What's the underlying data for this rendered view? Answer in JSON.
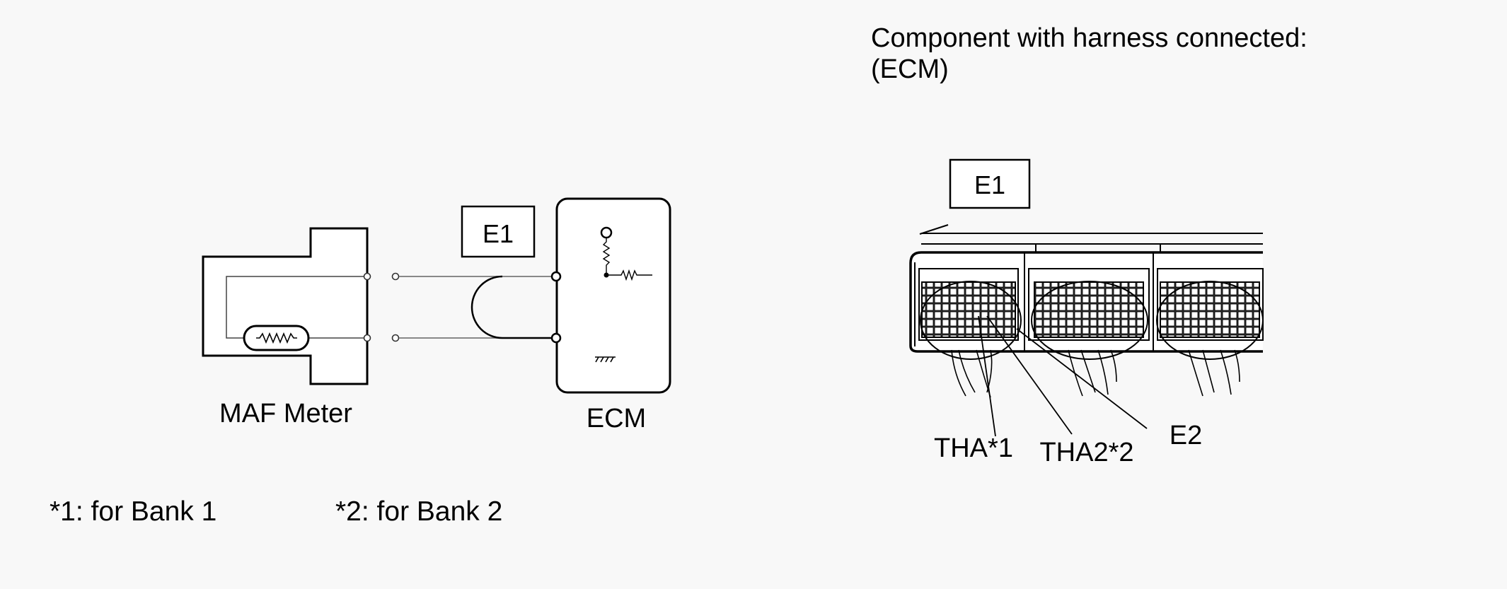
{
  "heading": {
    "line1": "Component with harness connected:",
    "line2": "(ECM)"
  },
  "circuit": {
    "sensor_label": "MAF Meter",
    "ecm_label": "ECM",
    "connector_tag": "E1"
  },
  "connector_view": {
    "connector_tag": "E1",
    "pins": {
      "tha": "THA*1",
      "tha2": "THA2*2",
      "e2": "E2"
    }
  },
  "footnotes": {
    "bank1": "*1: for Bank 1",
    "bank2": "*2: for Bank 2"
  }
}
